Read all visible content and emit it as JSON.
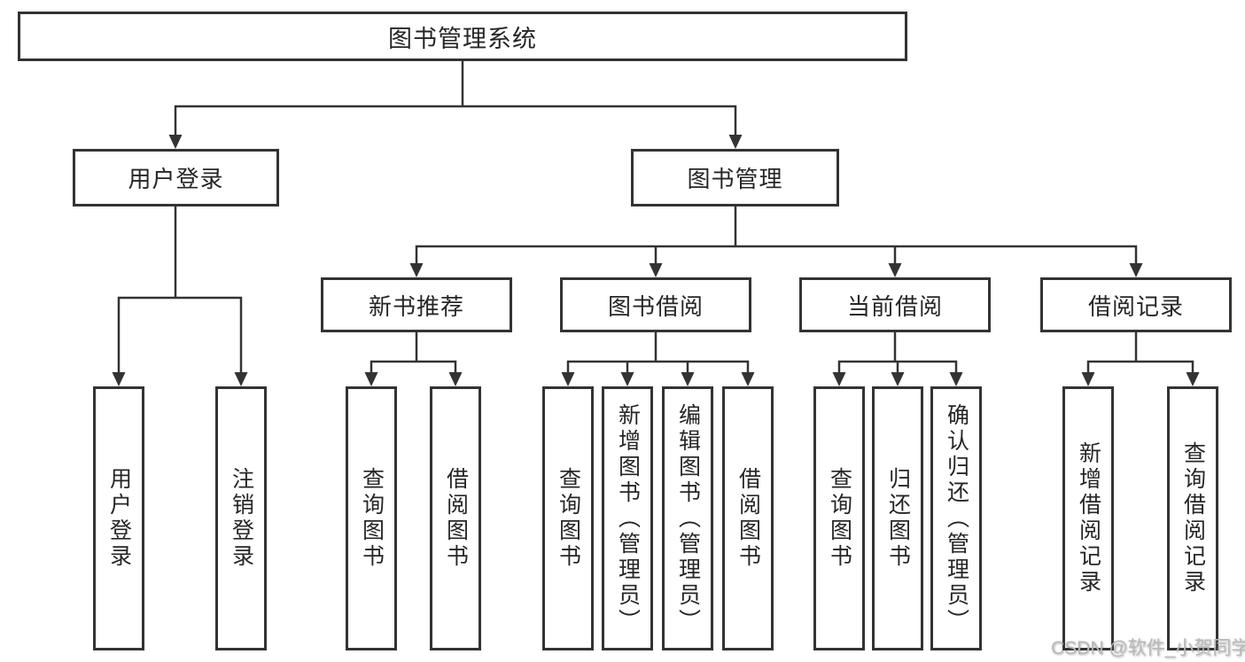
{
  "diagram": {
    "root": {
      "label": "图书管理系统",
      "children": [
        {
          "label": "用户登录",
          "children": [
            {
              "label": "用户登录"
            },
            {
              "label": "注销登录"
            }
          ]
        },
        {
          "label": "图书管理",
          "children": [
            {
              "label": "新书推荐",
              "children": [
                {
                  "label": "查询图书"
                },
                {
                  "label": "借阅图书"
                }
              ]
            },
            {
              "label": "图书借阅",
              "children": [
                {
                  "label": "查询图书"
                },
                {
                  "label": "新增图书（管理员）"
                },
                {
                  "label": "编辑图书（管理员）"
                },
                {
                  "label": "借阅图书"
                }
              ]
            },
            {
              "label": "当前借阅",
              "children": [
                {
                  "label": "查询图书"
                },
                {
                  "label": "归还图书"
                },
                {
                  "label": "确认归还（管理员）"
                }
              ]
            },
            {
              "label": "借阅记录",
              "children": [
                {
                  "label": "新增借阅记录"
                },
                {
                  "label": "查询借阅记录"
                }
              ]
            }
          ]
        }
      ]
    }
  },
  "watermark": {
    "text": "CSDN @软件_小贺同学"
  },
  "colors": {
    "line": "#333333",
    "box_border": "#333333",
    "text": "#262626",
    "background": "#ffffff",
    "watermark": "#b9b9b9"
  }
}
